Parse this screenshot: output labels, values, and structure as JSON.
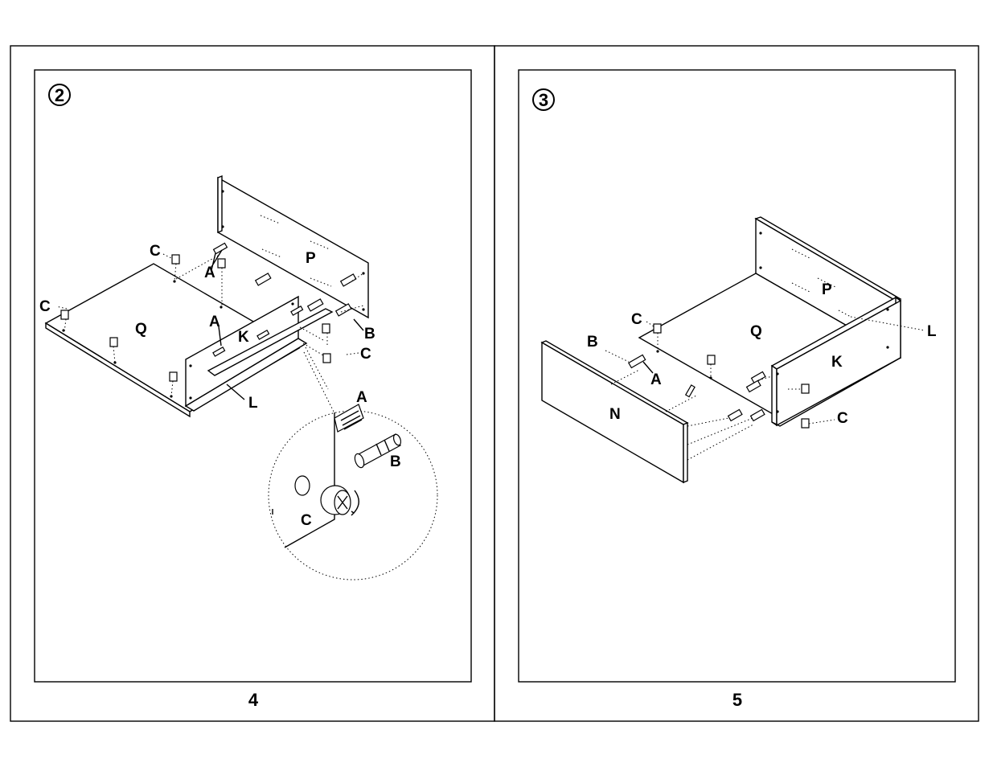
{
  "pages": [
    {
      "step": "2",
      "page_number": "4",
      "labels": {
        "part_p": "P",
        "part_q": "Q",
        "part_k": "K",
        "part_l": "L",
        "hw_a1": "A",
        "hw_a2": "A",
        "hw_b": "B",
        "hw_c1": "C",
        "hw_c2": "C",
        "hw_c3": "C",
        "detail_a": "A",
        "detail_b": "B",
        "detail_c": "C"
      }
    },
    {
      "step": "3",
      "page_number": "5",
      "labels": {
        "part_p": "P",
        "part_q": "Q",
        "part_k": "K",
        "part_l": "L",
        "part_n": "N",
        "hw_a": "A",
        "hw_b": "B",
        "hw_c1": "C",
        "hw_c2": "C"
      }
    }
  ]
}
